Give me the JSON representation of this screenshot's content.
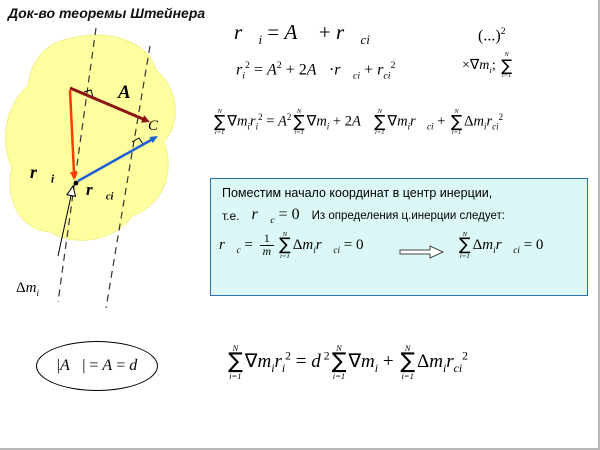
{
  "slide": {
    "title": "Док-во теоремы Штейнера"
  },
  "colors": {
    "blob": "#ffffa0",
    "arrow_A": "#8b1515",
    "arrow_ri": "#ff3c00",
    "arrow_rci": "#1e5fd6",
    "box_bg": "#dcf8f6",
    "box_border": "#2f6fae"
  },
  "math": {
    "sum": {
      "top": "N",
      "symbol": "∑",
      "bottom": "i=1"
    },
    "frac": {
      "num": "1",
      "den": "m"
    }
  },
  "figure": {
    "labels": {
      "A": "<i>A⃗</i>",
      "C": "<i>C</i>",
      "ri": "<i>r⃗</i><sub>i</sub>",
      "rci": "<i>r⃗</i><sub>ci</sub>",
      "dm": "Δ<i>m</i><sub>i</sub>"
    }
  },
  "formulas": {
    "f1": "<i>r⃗</i><sub>i</sub> = <i>A⃗</i> + <i>r⃗</i><sub>ci</sub>",
    "f1_note": "(...)<sup>2</sup>",
    "f2": "<i>r</i><sub>i</sub><sup>2</sup> = <i>A</i><sup>2</sup> + 2<i>A⃗</i>·<i>r⃗</i><sub>ci</sub> + <i>r</i><sub>ci</sub><sup>2</sup>",
    "f2_note": "×∇<i>m</i><sub>i</sub>; {SUM}",
    "f3": "{SUM}∇<i>m</i><sub>i</sub><i>r</i><sub>i</sub><sup>2</sup> = <i>A</i><sup>2</sup>{SUM}∇<i>m</i><sub>i</sub> + 2<i>A⃗</i>{SUM}∇<i>m</i><sub>i</sub><i>r⃗</i><sub>ci</sub> + {SUM}Δ<i>m</i><sub>i</sub><i>r</i><sub>ci</sub><sup>2</sup>",
    "final": "{SUM}∇<i>m</i><sub>i</sub><i>r</i><sub>i</sub><sup>2</sup> = <i>d</i><sup> 2</sup>{SUM}∇<i>m</i><sub>i</sub> + {SUM}Δ<i>m</i><sub>i</sub><i>r</i><sub>ci</sub><sup>2</sup>",
    "ellipse": "|<i>A⃗</i>| = <i>A</i> = <i>d</i>"
  },
  "box": {
    "line1": "Поместим начало координат в центр инерции,",
    "tie": "т.е.",
    "rc_zero": "<i>r⃗</i><sub>c</sub> = 0",
    "note": "Из определения ц.инерции следует:",
    "rc_formula": "<i>r⃗</i><sub>c</sub> = {FRAC}{SUM}Δ<i>m</i><sub>i</sub><i>r⃗</i><sub>ci</sub> = 0",
    "sum_zero": "{SUM}Δ<i>m</i><sub>i</sub><i>r⃗</i><sub>ci</sub> = 0"
  }
}
